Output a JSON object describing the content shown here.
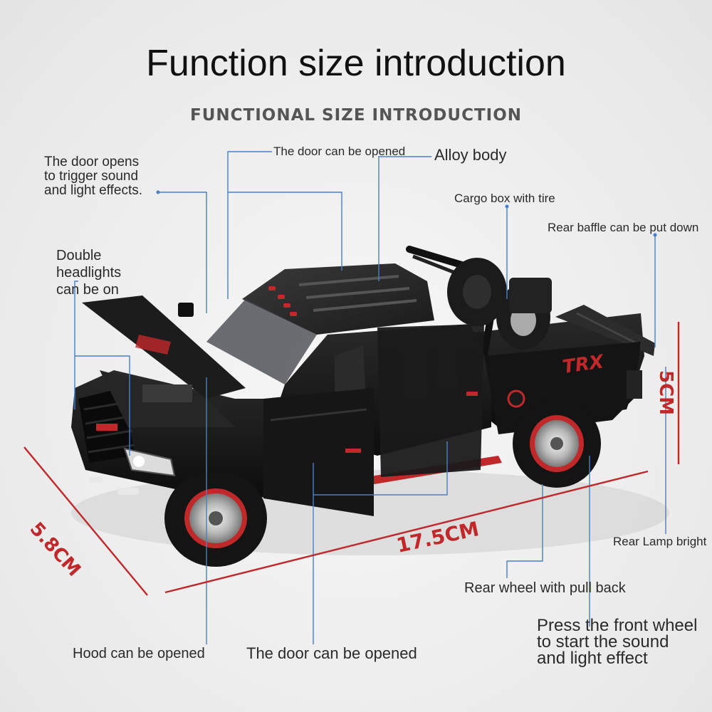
{
  "title": "Function size introduction",
  "subtitle": "FUNCTIONAL SIZE INTRODUCTION",
  "callouts": {
    "door_sound_1": "The door opens",
    "door_sound_2": "to trigger sound",
    "door_sound_3": "and light effects.",
    "door_opened_top": "The door can be opened",
    "alloy_body": "Alloy body",
    "cargo_box": "Cargo box with tire",
    "rear_baffle": "Rear baffle can be put down",
    "headlights_1": "Double",
    "headlights_2": "headlights",
    "headlights_3": "can be on",
    "rear_lamp": "Rear Lamp bright",
    "rear_wheel": "Rear wheel with pull back",
    "front_wheel_1": "Press the front wheel",
    "front_wheel_2": "to start the sound",
    "front_wheel_3": "and light effect",
    "hood": "Hood can be opened",
    "door_opened_bottom": "The door can be opened"
  },
  "dimensions": {
    "length": "17.5CM",
    "width": "5.8CM",
    "height": "5CM"
  },
  "colors": {
    "leader_line": "#4a7fc8",
    "dimension": "#c0282a",
    "truck_body": "#161616",
    "accent": "#d02a2a"
  }
}
